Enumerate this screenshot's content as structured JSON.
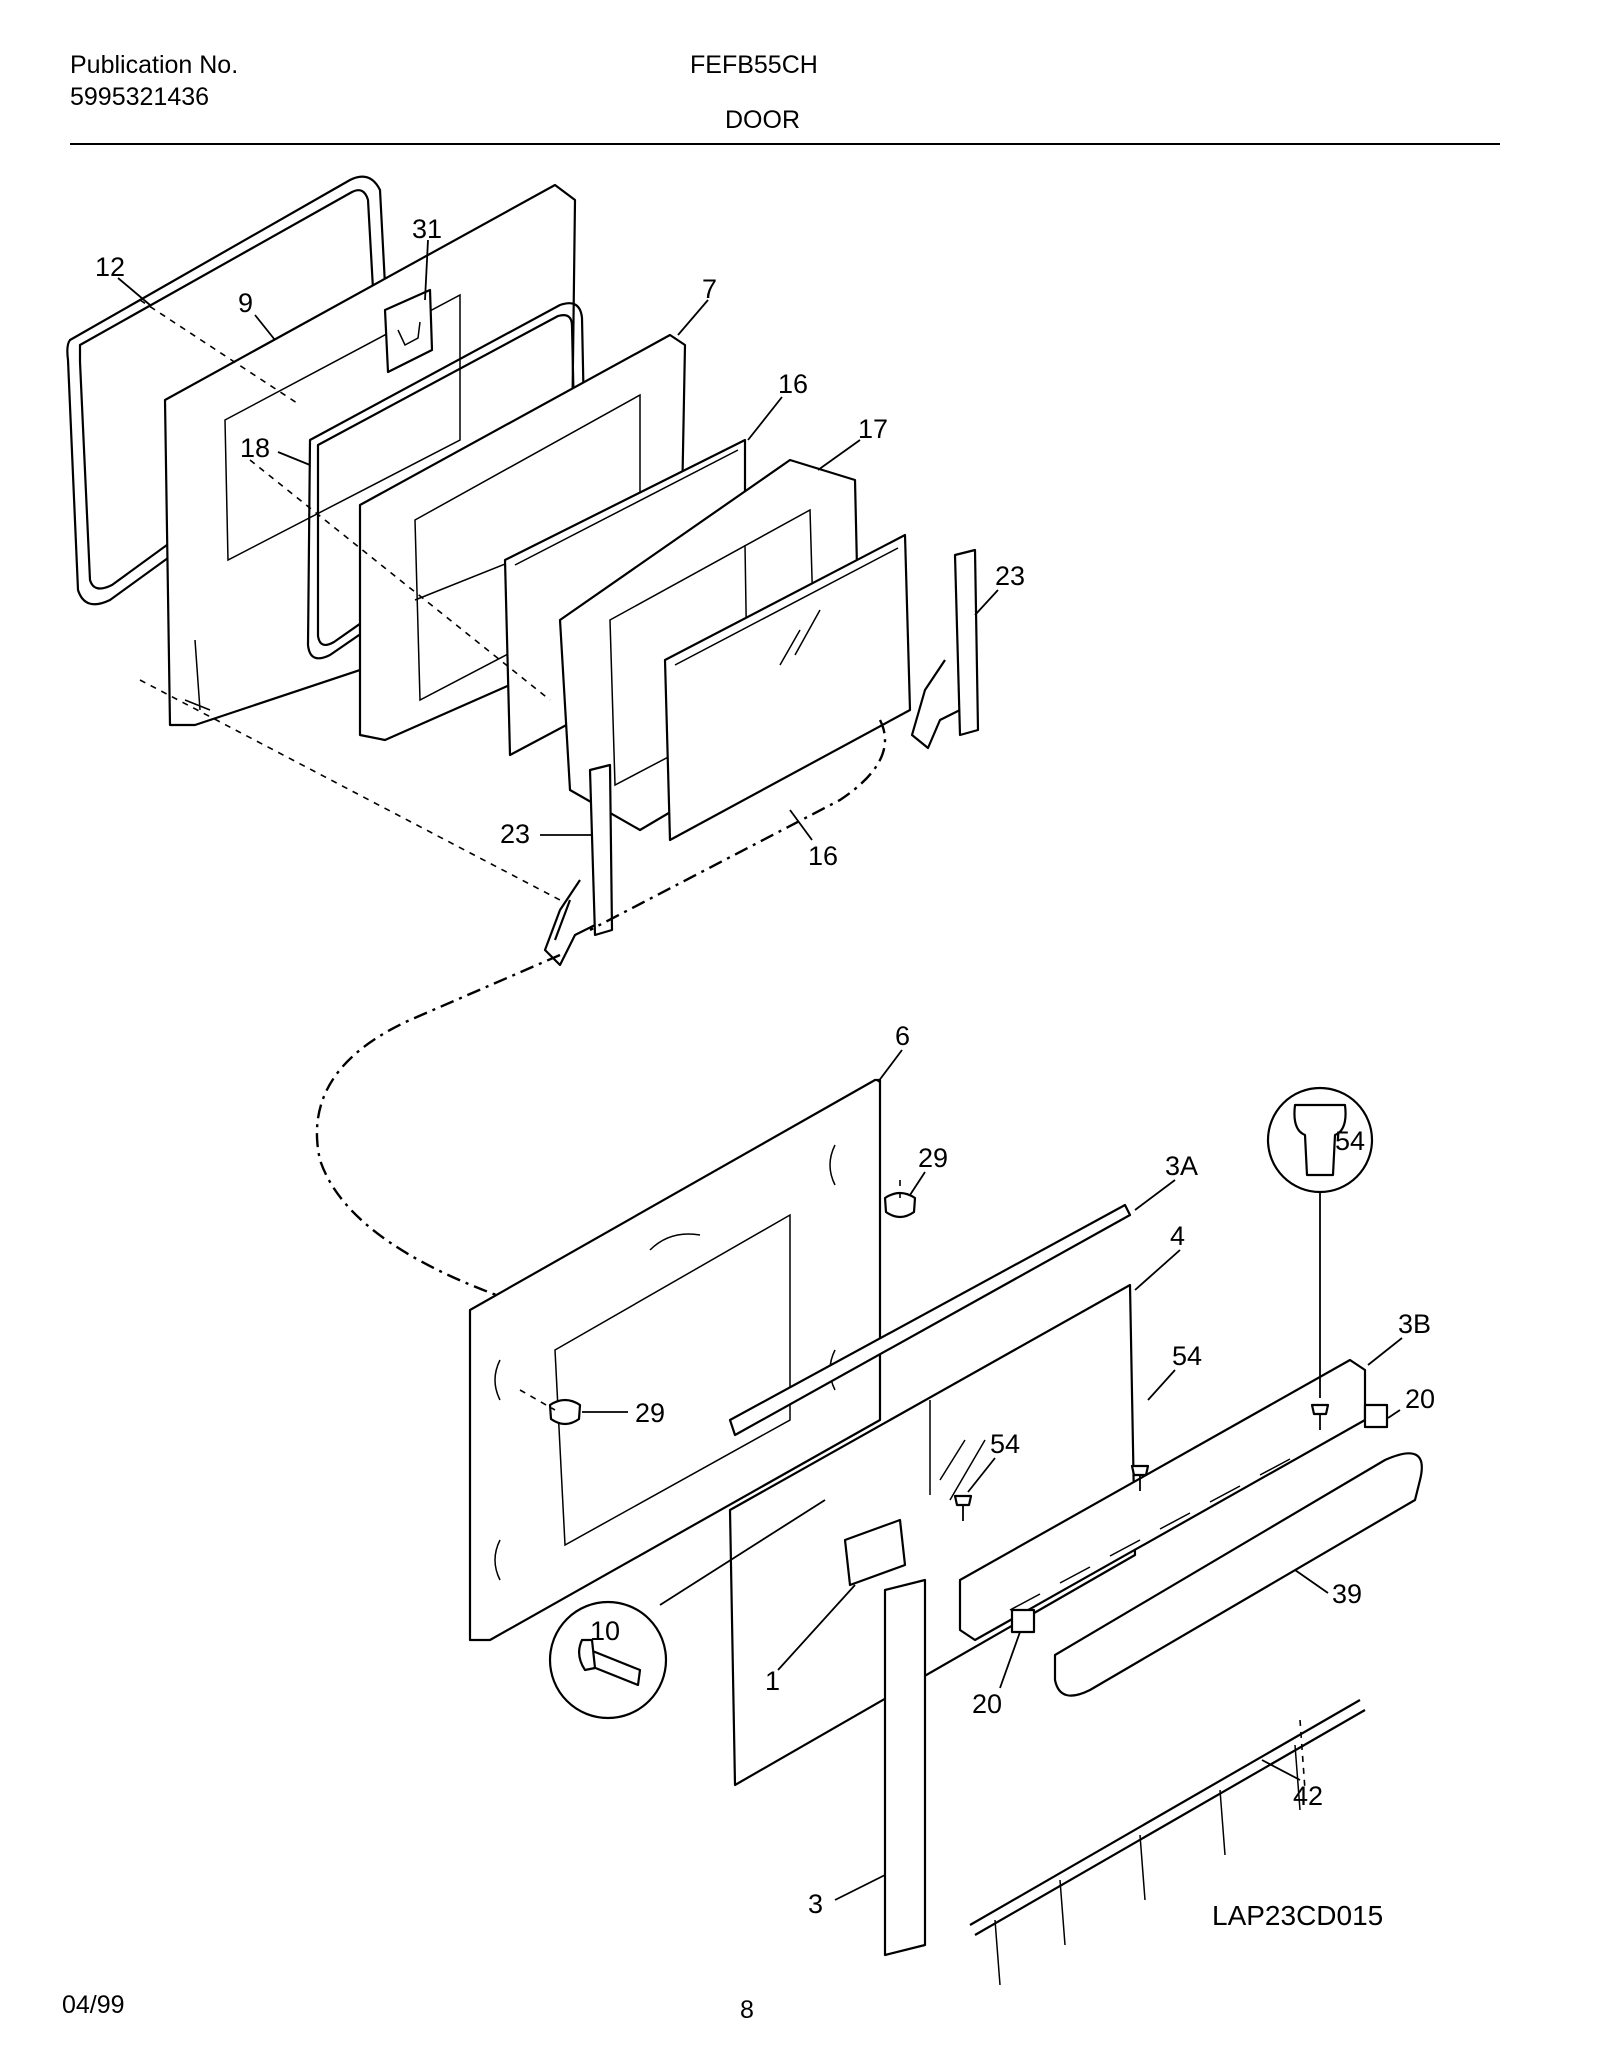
{
  "header": {
    "publication_label": "Publication No.",
    "publication_number": "5995321436",
    "model": "FEFB55CH",
    "section": "DOOR"
  },
  "footer": {
    "date": "04/99",
    "page": "8"
  },
  "diagram": {
    "code": "LAP23CD015",
    "callouts": {
      "c12": "12",
      "c31": "31",
      "c9": "9",
      "c7": "7",
      "c16a": "16",
      "c17": "17",
      "c18": "18",
      "c23a": "23",
      "c23b": "23",
      "c16b": "16",
      "c6": "6",
      "c29a": "29",
      "c3A": "3A",
      "c54a": "54",
      "c4": "4",
      "c54b": "54",
      "c3B": "3B",
      "c20a": "20",
      "c29b": "29",
      "c54c": "54",
      "c10": "10",
      "c39": "39",
      "c1": "1",
      "c20b": "20",
      "c42": "42",
      "c3": "3"
    }
  }
}
